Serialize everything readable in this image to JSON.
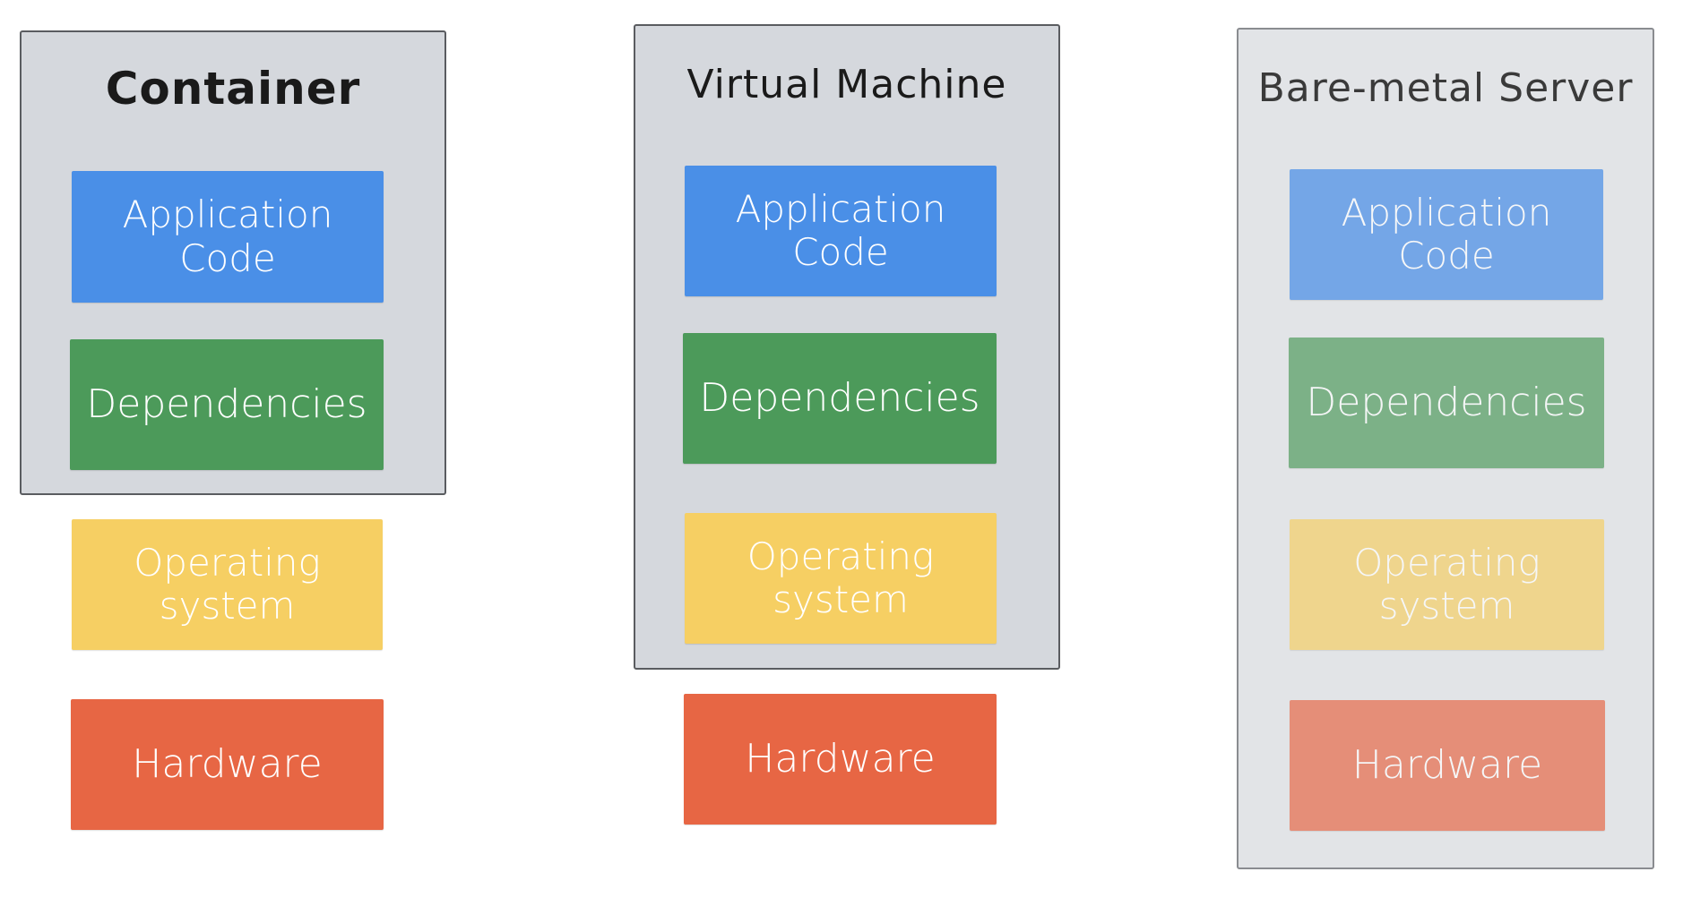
{
  "colors": {
    "application_code": "#4a8fe7",
    "dependencies": "#4c9a5a",
    "operating_system": "#f6cf63",
    "hardware": "#e76644",
    "frame_fill": "#d5d8dd",
    "frame_border": "#5a5c60"
  },
  "columns": [
    {
      "title": "Container",
      "layers": {
        "application_code": {
          "line1": "Application",
          "line2": "Code"
        },
        "dependencies": "Dependencies",
        "operating_system": {
          "line1": "Operating",
          "line2": "system"
        },
        "hardware": "Hardware"
      }
    },
    {
      "title": "Virtual Machine",
      "layers": {
        "application_code": {
          "line1": "Application",
          "line2": "Code"
        },
        "dependencies": "Dependencies",
        "operating_system": {
          "line1": "Operating",
          "line2": "system"
        },
        "hardware": "Hardware"
      }
    },
    {
      "title": "Bare-metal Server",
      "layers": {
        "application_code": {
          "line1": "Application",
          "line2": "Code"
        },
        "dependencies": "Dependencies",
        "operating_system": {
          "line1": "Operating",
          "line2": "system"
        },
        "hardware": "Hardware"
      }
    }
  ]
}
